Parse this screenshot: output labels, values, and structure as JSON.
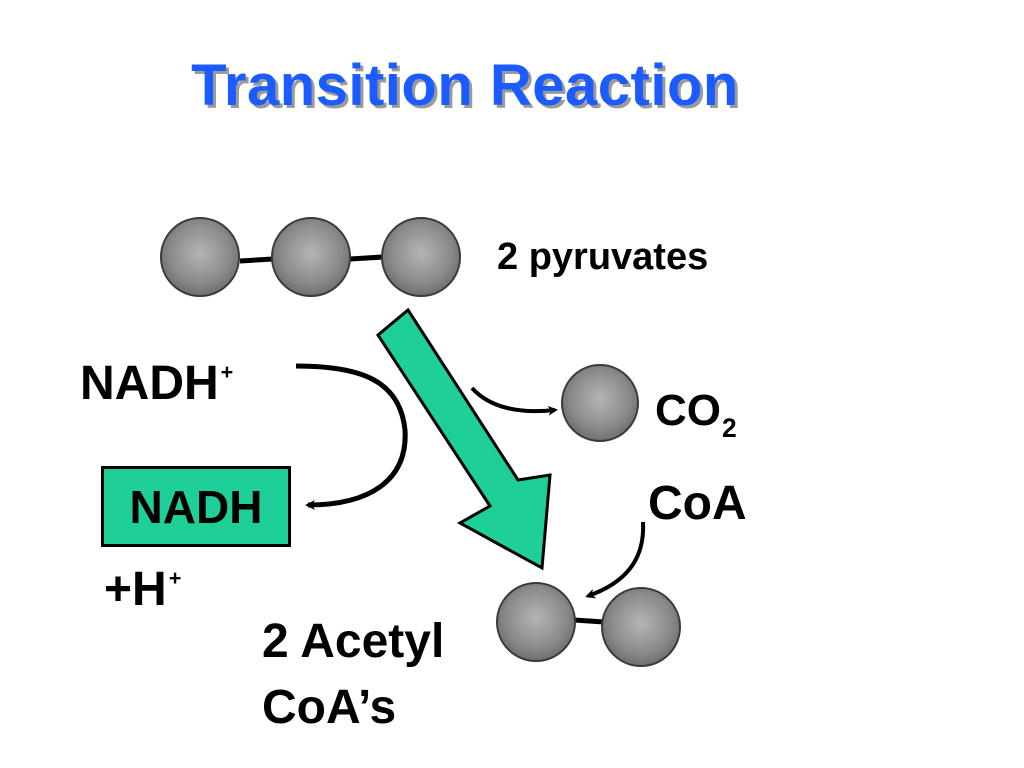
{
  "title": "Transition Reaction",
  "labels": {
    "pyruvates": "2 pyruvates",
    "nadh_plus_main": "NADH",
    "nadh_plus_sup": "+",
    "co2_main": "CO",
    "co2_sub": "2",
    "coa": "CoA",
    "nadh_box": "NADH",
    "h_prefix": "+H",
    "h_sup": "+",
    "acetyl_line1": "2 Acetyl",
    "acetyl_line2": "CoA’s"
  },
  "colors": {
    "title": "#1a5cff",
    "title_shadow": "#9a9a9a",
    "main_arrow": "#1fcf9a",
    "nadh_box": "#1fcf9a",
    "molecule": "#888888"
  }
}
